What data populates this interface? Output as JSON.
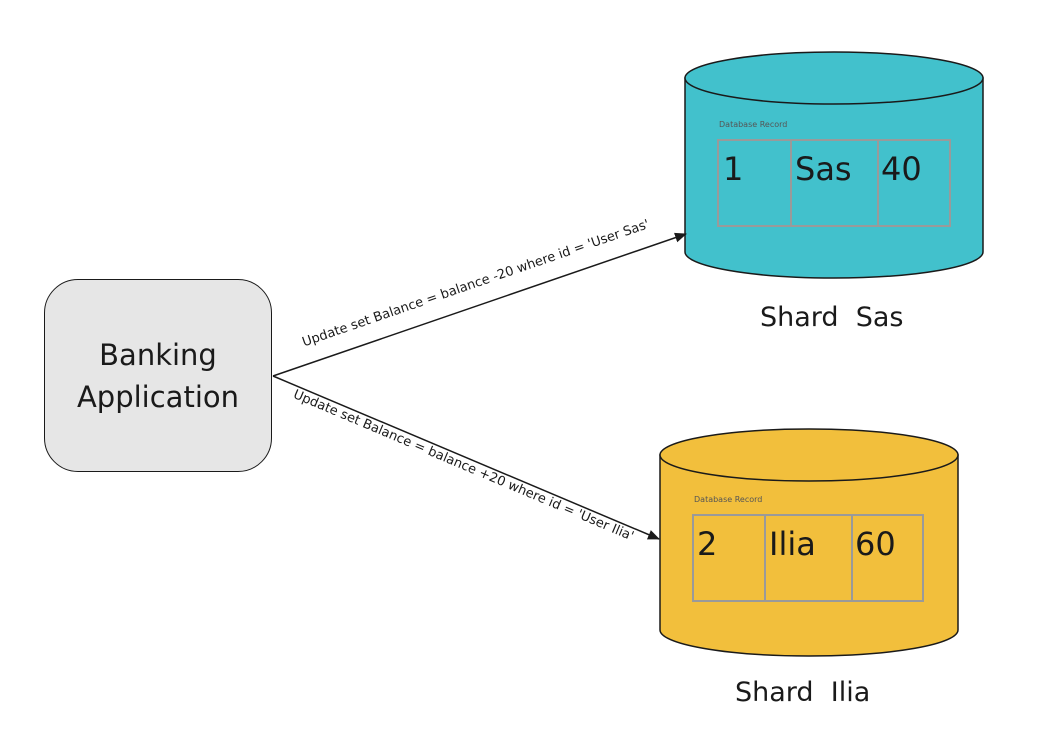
{
  "app": {
    "label": "Banking\nApplication"
  },
  "edges": [
    {
      "label": "Update set Balance = balance -20 where id = 'User Sas'"
    },
    {
      "label": "Update set Balance = balance +20 where id = 'User Ilia'"
    }
  ],
  "shards": [
    {
      "name": "Shard  Sas",
      "record_caption": "Database Record",
      "cells": [
        "1",
        "Sas",
        "40"
      ],
      "color": "#42c1cc"
    },
    {
      "name": "Shard  Ilia",
      "record_caption": "Database Record",
      "cells": [
        "2",
        "Ilia",
        "60"
      ],
      "color": "#f2bf3c"
    }
  ]
}
